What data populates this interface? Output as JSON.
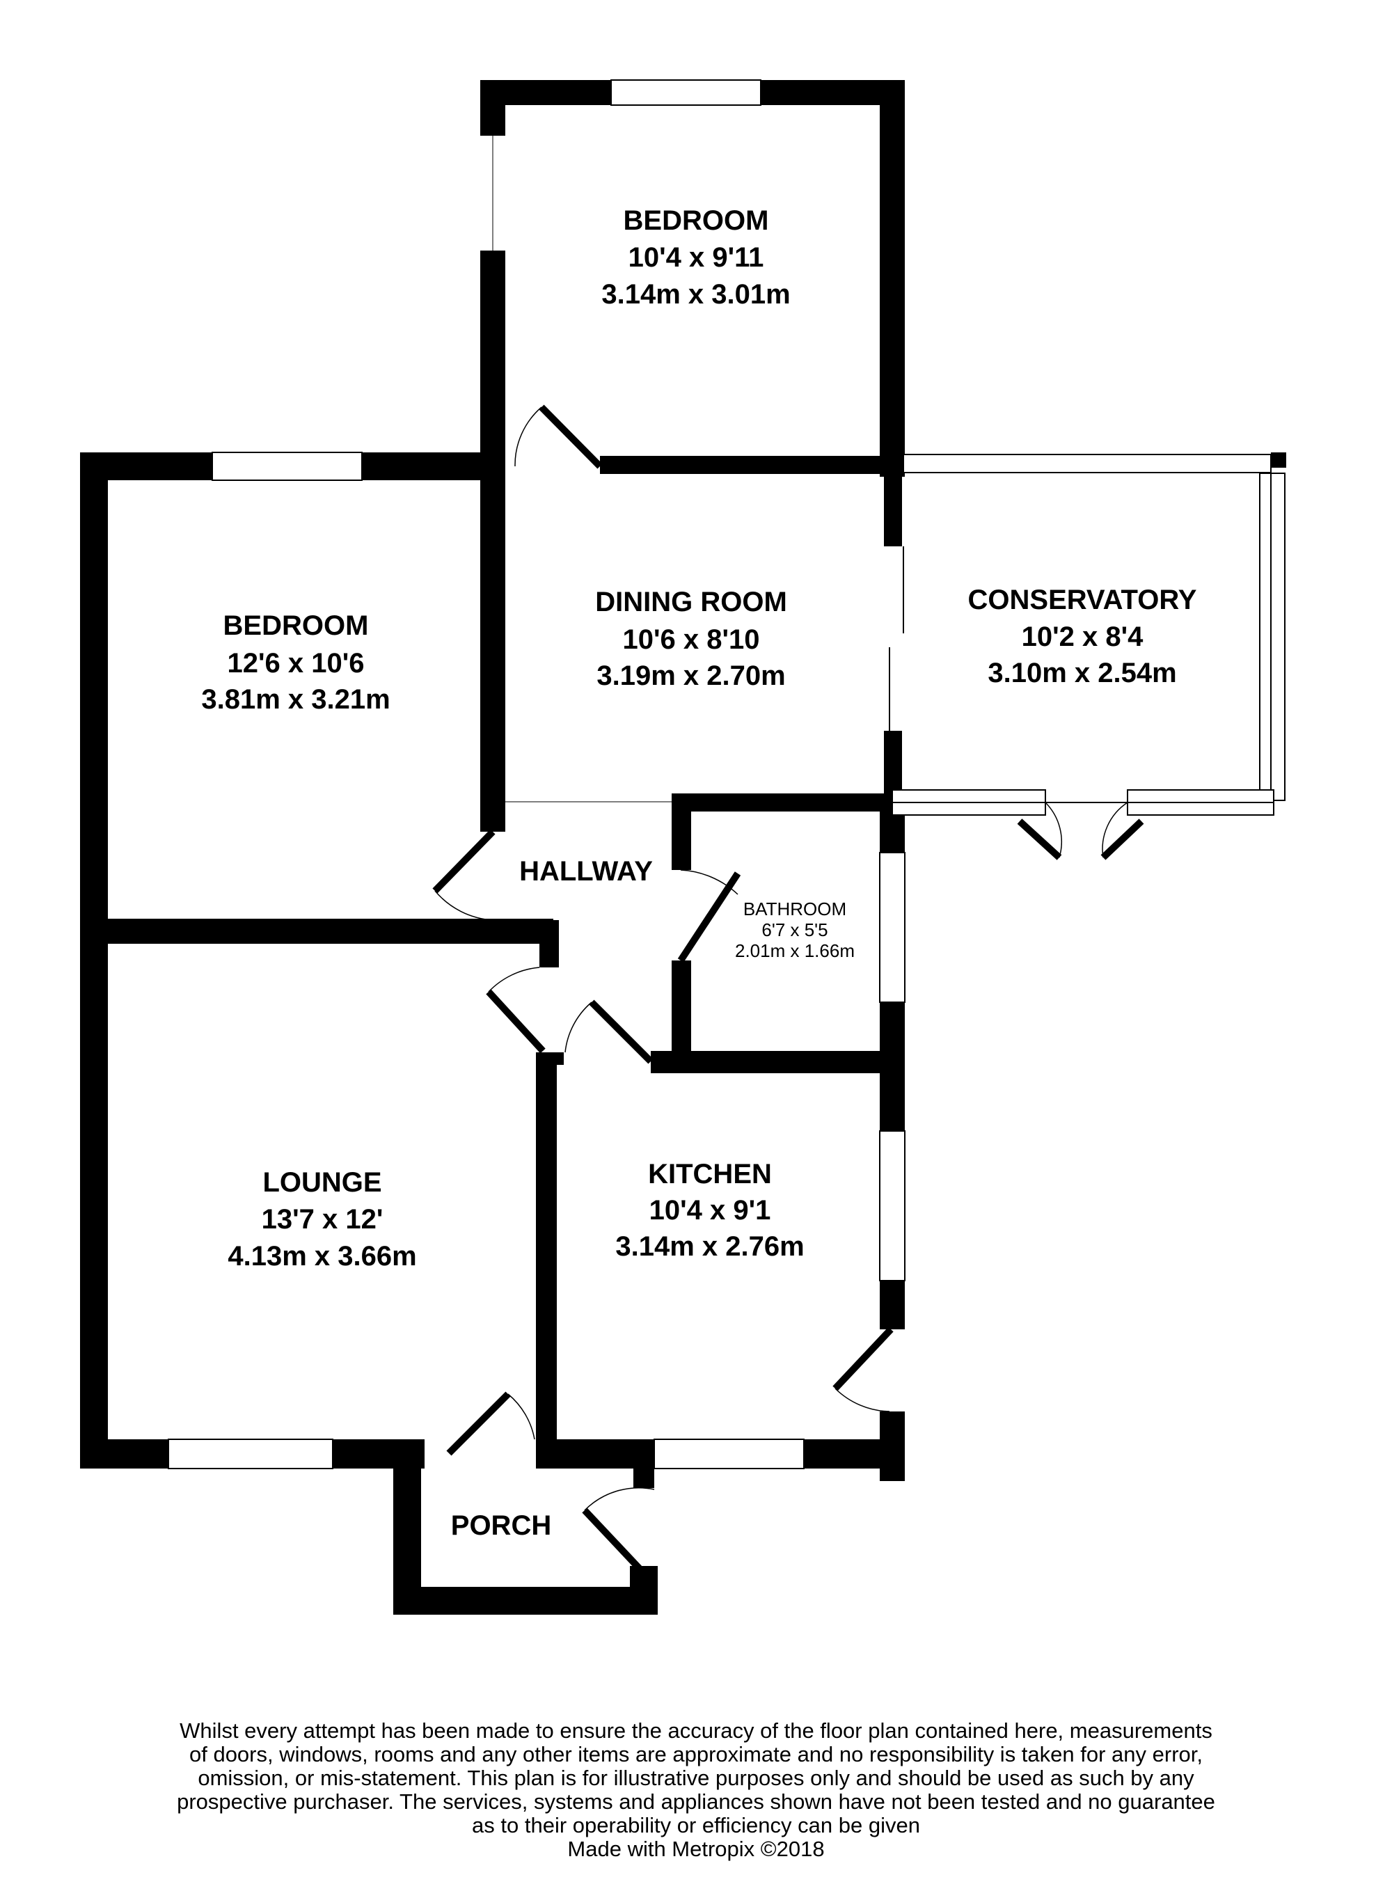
{
  "rooms": {
    "bedroom_top": {
      "name": "BEDROOM",
      "imperial": "10'4 x 9'11",
      "metric": "3.14m x 3.01m"
    },
    "bedroom_left": {
      "name": "BEDROOM",
      "imperial": "12'6 x 10'6",
      "metric": "3.81m x 3.21m"
    },
    "dining_room": {
      "name": "DINING ROOM",
      "imperial": "10'6 x 8'10",
      "metric": "3.19m x 2.70m"
    },
    "conservatory": {
      "name": "CONSERVATORY",
      "imperial": "10'2 x 8'4",
      "metric": "3.10m x 2.54m"
    },
    "hallway": {
      "name": "HALLWAY"
    },
    "bathroom": {
      "name": "BATHROOM",
      "imperial": "6'7 x 5'5",
      "metric": "2.01m x 1.66m"
    },
    "lounge": {
      "name": "LOUNGE",
      "imperial": "13'7 x 12'",
      "metric": "4.13m x 3.66m"
    },
    "kitchen": {
      "name": "KITCHEN",
      "imperial": "10'4 x 9'1",
      "metric": "3.14m x 2.76m"
    },
    "porch": {
      "name": "PORCH"
    }
  },
  "disclaimer": {
    "lines": [
      "Whilst every attempt has been made to ensure the accuracy of the floor plan contained here, measurements",
      "of doors, windows, rooms and any other items are approximate and no responsibility is taken for any error,",
      "omission, or mis-statement. This plan is for illustrative purposes only and should be used as such by any",
      "prospective purchaser. The services, systems and appliances shown have not been tested and no guarantee",
      "as to their operability or efficiency can be given"
    ],
    "credit": "Made with Metropix ©2018"
  }
}
